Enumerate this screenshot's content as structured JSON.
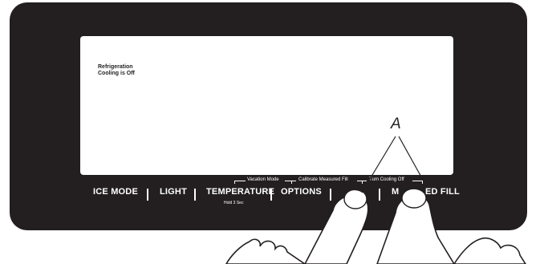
{
  "display": {
    "status_line1": "Refrigeration",
    "status_line2": "Cooling is Off"
  },
  "hints": {
    "vacation_mode": "Vacation Mode",
    "calibrate_measured_fill": "Calibrate Measured Fill",
    "turn_cooling_off": "Turn Cooling Off"
  },
  "buttons": {
    "ice_mode": "ICE MODE",
    "light": "LIGHT",
    "temperature": "TEMPERATURE",
    "temperature_sub": "Hold 3 Sec",
    "options": "OPTIONS",
    "measured_fill_visible": "M",
    "measured_fill_visible_tail": "ED FILL"
  },
  "callout": {
    "label": "A"
  },
  "colors": {
    "panel": "#231f20",
    "screen": "#ffffff",
    "text_on_panel": "#ffffff"
  }
}
